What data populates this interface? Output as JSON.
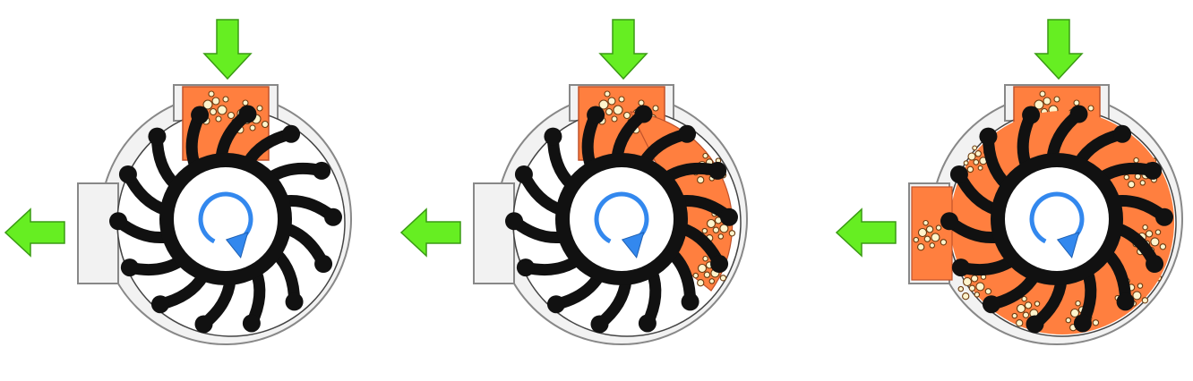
{
  "diagram": {
    "stages": [
      {
        "id": 1,
        "fill_level": "inlet-only"
      },
      {
        "id": 2,
        "fill_level": "inlet-and-right-chambers"
      },
      {
        "id": 3,
        "fill_level": "all-chambers-and-outlet"
      }
    ],
    "icons": {
      "inlet": "arrow-down-icon",
      "outlet": "arrow-left-icon",
      "rotation": "rotation-arrow-icon",
      "impeller": "impeller-icon",
      "bubbles": "bubbles-icon"
    },
    "colors": {
      "fluid": "#ff7f3f",
      "fluid_stroke": "#c0522a",
      "arrow_green": "#66ee22",
      "arrow_green_stroke": "#3a9a14",
      "rotation_blue": "#3388ee",
      "housing": "#f2f2f2",
      "housing_stroke": "#888888",
      "impeller": "#111111",
      "bubble": "#fff4cc"
    }
  }
}
